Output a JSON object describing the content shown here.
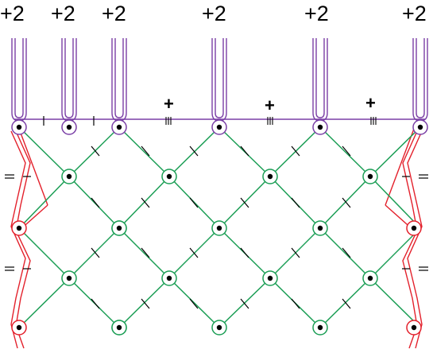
{
  "top_labels": [
    "+2",
    "+2",
    "+2",
    "+2",
    "+2",
    "+2"
  ],
  "plus_labels": [
    "+",
    "+",
    "+"
  ],
  "colors": {
    "purple": "#7a3fa6",
    "green": "#1b9e55",
    "red": "#e3202b",
    "black": "#000000"
  }
}
